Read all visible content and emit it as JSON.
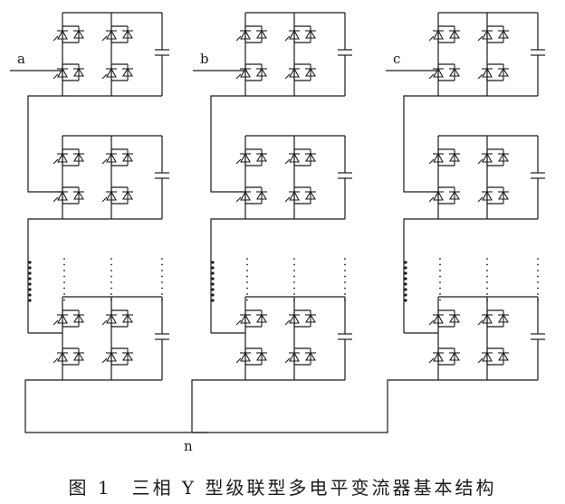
{
  "phase_labels": [
    "a",
    "b",
    "c"
  ],
  "neutral_label": "n",
  "caption": {
    "figure_number": "图 1",
    "title": "三相 Y 型级联型多电平变流器基本结构"
  }
}
